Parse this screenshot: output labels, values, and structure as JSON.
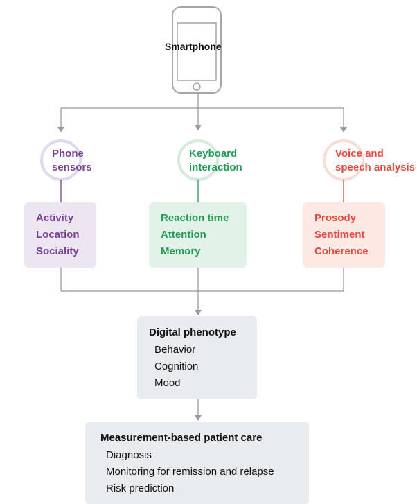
{
  "phone": {
    "label": "Smartphone"
  },
  "sources": [
    {
      "label_lines": [
        "Phone",
        "sensors"
      ],
      "items": [
        "Activity",
        "Location",
        "Sociality"
      ],
      "color": "#7b3f98",
      "bg": "#ece6f3"
    },
    {
      "label_lines": [
        "Keyboard",
        "interaction"
      ],
      "items": [
        "Reaction time",
        "Attention",
        "Memory"
      ],
      "color": "#1f9d55",
      "bg": "#e3f2e8"
    },
    {
      "label_lines": [
        "Voice and",
        "speech analysis"
      ],
      "items": [
        "Prosody",
        "Sentiment",
        "Coherence"
      ],
      "color": "#e8453c",
      "bg": "#fde9e3"
    }
  ],
  "phenotype": {
    "title": "Digital phenotype",
    "items": [
      "Behavior",
      "Cognition",
      "Mood"
    ]
  },
  "care": {
    "title": "Measurement-based patient care",
    "items": [
      "Diagnosis",
      "Monitoring for remission and relapse",
      "Risk prediction"
    ]
  }
}
